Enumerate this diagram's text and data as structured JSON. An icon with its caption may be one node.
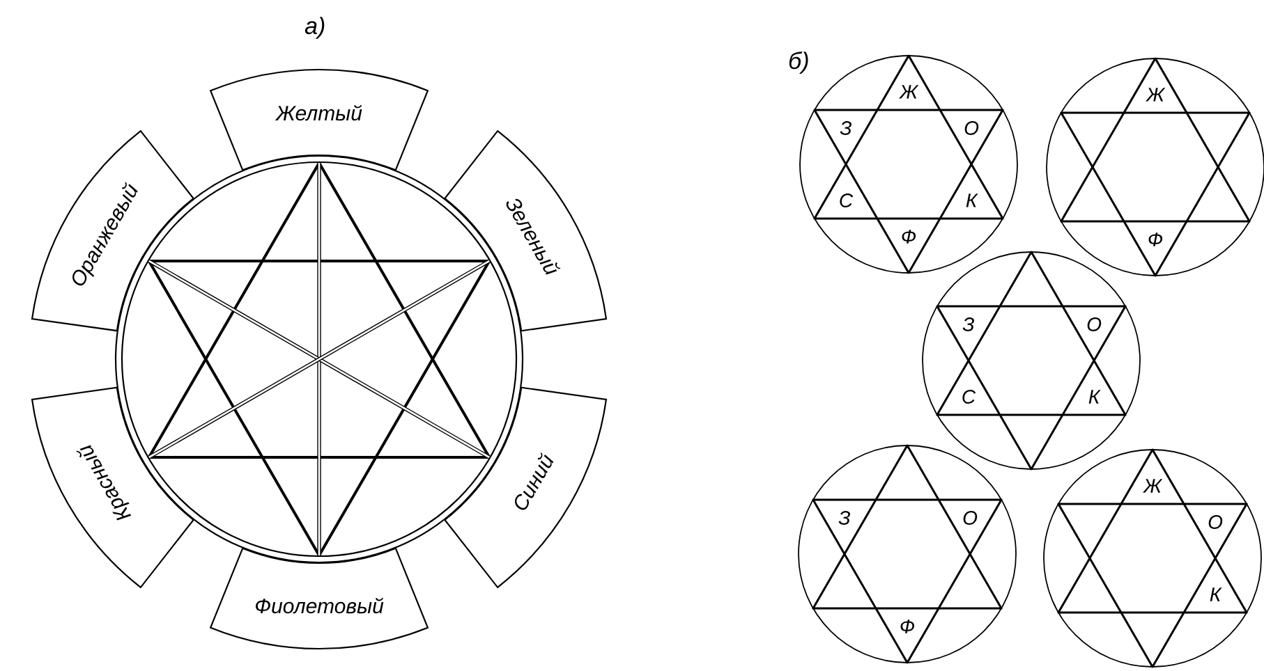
{
  "diagram": {
    "nodes": [
      {
        "text": [
          "Желтый"
        ]
      },
      {
        "text": [
          "Оранжевый"
        ]
      },
      {
        "text": [
          "Зеленый"
        ]
      },
      {
        "text": [
          "Красный"
        ]
      },
      {
        "text": [
          "Синий"
        ]
      },
      {
        "text": [
          "Фиолетовый"
        ]
      },
      {
        "text": [
          "Ж",
          "З",
          "О",
          "С",
          "К",
          "Ф"
        ]
      },
      {
        "text": [
          "Ж",
          "Ф"
        ]
      },
      {
        "text": [
          "З",
          "О",
          "С",
          "К"
        ]
      },
      {
        "text": [
          "З",
          "О",
          "Ф"
        ]
      },
      {
        "text": [
          "Ж",
          "О",
          "К"
        ]
      }
    ],
    "labels": [
      "а)",
      "б)"
    ]
  }
}
